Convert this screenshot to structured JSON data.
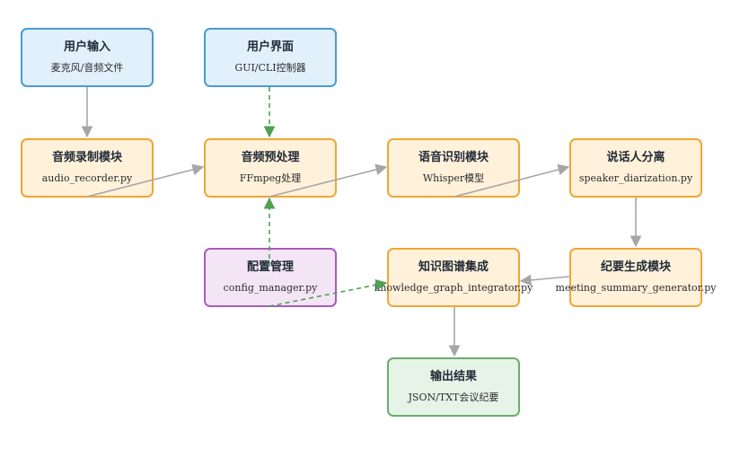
{
  "nodes": {
    "user_input": {
      "title": "用户输入",
      "sub": "麦克风/音频文件"
    },
    "user_ui": {
      "title": "用户界面",
      "sub": "GUI/CLI控制器"
    },
    "recorder": {
      "title": "音频录制模块",
      "sub": "audio_recorder.py"
    },
    "preprocess": {
      "title": "音频预处理",
      "sub": "FFmpeg处理"
    },
    "asr": {
      "title": "语音识别模块",
      "sub": "Whisper模型"
    },
    "diarization": {
      "title": "说话人分离",
      "sub": "speaker_diarization.py"
    },
    "config": {
      "title": "配置管理",
      "sub": "config_manager.py"
    },
    "kg": {
      "title": "知识图谱集成",
      "sub": "knowledge_graph_integrator.py"
    },
    "summary": {
      "title": "纪要生成模块",
      "sub": "meeting_summary_generator.py"
    },
    "output": {
      "title": "输出结果",
      "sub": "JSON/TXT会议纪要"
    }
  },
  "colors": {
    "solid_edge": "#a6a6a6",
    "dashed_edge": "#4ea152"
  }
}
